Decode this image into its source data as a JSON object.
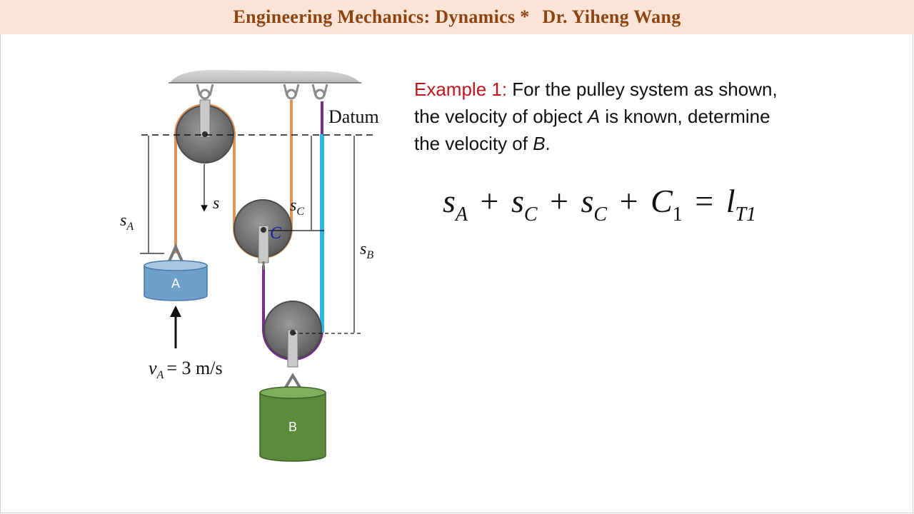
{
  "header": {
    "course": "Engineering Mechanics: Dynamics *",
    "author": "Dr. Yiheng Wang"
  },
  "example": {
    "label": "Example 1:",
    "text_1": " For the pulley system as shown, the velocity of object ",
    "var_a": "A",
    "text_2": " is known, determine the velocity of ",
    "var_b": "B",
    "text_3": "."
  },
  "equation": {
    "s": "s",
    "sub_a": "A",
    "sub_c": "C",
    "c": "C",
    "sub_1": "1",
    "l": "l",
    "sub_t1": "T1",
    "plus": "+",
    "equals": "="
  },
  "diagram": {
    "datum_label": "Datum",
    "s_label": "s",
    "sa_label": "s",
    "sa_sub": "A",
    "sc_label": "s",
    "sc_sub": "C",
    "sb_label": "s",
    "sb_sub": "B",
    "pulley_c_label": "C",
    "block_a_label": "A",
    "block_b_label": "B",
    "va_label": "v",
    "va_sub": "A",
    "va_value": "= 3 m/s",
    "colors": {
      "rope_orange": "#e0945a",
      "rope_purple": "#7b2c91",
      "rope_cyan": "#2fb4e6",
      "block_a": "#6fa0cc",
      "block_b": "#5a8a3a",
      "pulley": "#777777"
    }
  }
}
